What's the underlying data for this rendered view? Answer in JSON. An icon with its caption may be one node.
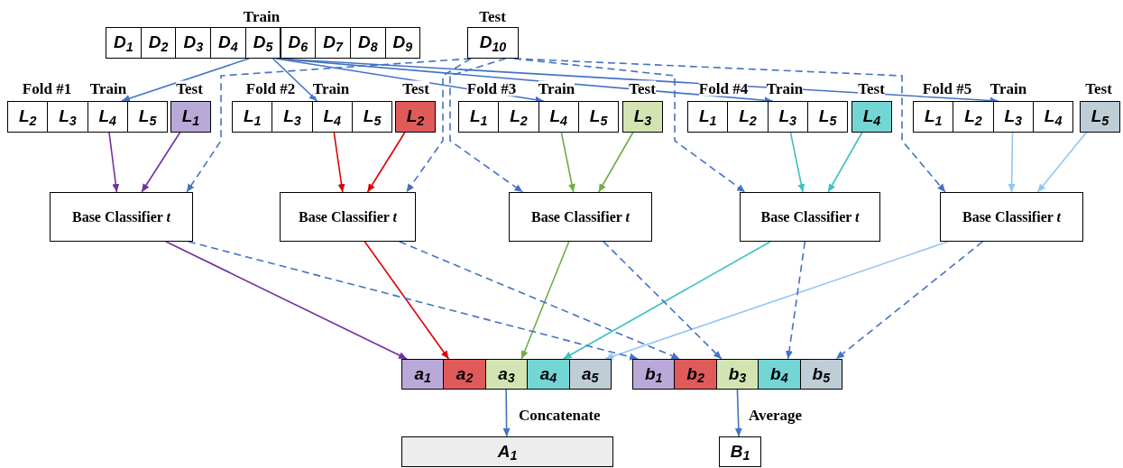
{
  "diagram": {
    "nodes": [
      {
        "text": [
          "D$_{1}$"
        ]
      },
      {
        "text": [
          "D$_{2}$"
        ]
      },
      {
        "text": [
          "D$_{3}$"
        ]
      },
      {
        "text": [
          "D$_{4}$"
        ]
      },
      {
        "text": [
          "D$_{5}$"
        ]
      },
      {
        "text": [
          "D$_{6}$"
        ]
      },
      {
        "text": [
          "D$_{7}$"
        ]
      },
      {
        "text": [
          "D$_{8}$"
        ]
      },
      {
        "text": [
          "D$_{9}$"
        ]
      },
      {
        "text": [
          "D$_{10}$"
        ],
        "beside": [
          "Test"
        ]
      },
      {
        "text": [
          "L$_{2}$"
        ]
      },
      {
        "text": [
          "L$_{3}$"
        ]
      },
      {
        "text": [
          "L$_{4}$"
        ]
      },
      {
        "text": [
          "L$_{5}$"
        ]
      },
      {
        "text": [
          "L$_{1}$"
        ]
      },
      {
        "text": [
          "L$_{1}$"
        ]
      },
      {
        "text": [
          "L$_{3}$"
        ]
      },
      {
        "text": [
          "L$_{4}$"
        ]
      },
      {
        "text": [
          "L$_{5}$"
        ]
      },
      {
        "text": [
          "L$_{2}$"
        ]
      },
      {
        "text": [
          "L$_{1}$"
        ]
      },
      {
        "text": [
          "L$_{2}$"
        ]
      },
      {
        "text": [
          "L$_{4}$"
        ]
      },
      {
        "text": [
          "L$_{5}$"
        ]
      },
      {
        "text": [
          "L$_{3}$"
        ]
      },
      {
        "text": [
          "L$_{1}$"
        ]
      },
      {
        "text": [
          "L$_{2}$"
        ]
      },
      {
        "text": [
          "L$_{3}$"
        ]
      },
      {
        "text": [
          "L$_{5}$"
        ]
      },
      {
        "text": [
          "L$_{4}$"
        ]
      },
      {
        "text": [
          "L$_{1}$"
        ]
      },
      {
        "text": [
          "L$_{2}$"
        ]
      },
      {
        "text": [
          "L$_{3}$"
        ]
      },
      {
        "text": [
          "L$_{4}$"
        ]
      },
      {
        "text": [
          "L$_{5}$"
        ]
      },
      {
        "text": [
          "Base Classifier *t*"
        ]
      },
      {
        "text": [
          "Base Classifier *t*"
        ]
      },
      {
        "text": [
          "Base Classifier *t*"
        ]
      },
      {
        "text": [
          "Base Classifier *t*"
        ]
      },
      {
        "text": [
          "Base Classifier *t*"
        ]
      },
      {
        "text": [
          "a$_{1}$"
        ]
      },
      {
        "text": [
          "a$_{2}$"
        ]
      },
      {
        "text": [
          "a$_{3}$"
        ]
      },
      {
        "text": [
          "a$_{4}$"
        ]
      },
      {
        "text": [
          "a$_{5}$"
        ]
      },
      {
        "text": [
          "b$_{1}$"
        ]
      },
      {
        "text": [
          "b$_{2}$"
        ]
      },
      {
        "text": [
          "b$_{3}$"
        ]
      },
      {
        "text": [
          "b$_{4}$"
        ]
      },
      {
        "text": [
          "b$_{5}$"
        ]
      },
      {
        "text": [
          "A$_{1}$"
        ]
      },
      {
        "text": [
          "B$_{1}$"
        ]
      }
    ],
    "edges": [
      {
        "from": 4,
        "to": 12,
        "arrow": "to"
      },
      {
        "from": 4,
        "to": 17,
        "arrow": "to"
      },
      {
        "from": 4,
        "to": 22,
        "arrow": "to"
      },
      {
        "from": 4,
        "to": 27,
        "arrow": "to"
      },
      {
        "from": 4,
        "to": 32,
        "arrow": "to"
      },
      {
        "from": 9,
        "to": 35,
        "arrow": "to",
        "style": "dashed"
      },
      {
        "from": 9,
        "to": 36,
        "arrow": "to",
        "style": "dashed"
      },
      {
        "from": 9,
        "to": 37,
        "arrow": "to",
        "style": "dashed"
      },
      {
        "from": 9,
        "to": 38,
        "arrow": "to",
        "style": "dashed"
      },
      {
        "from": 9,
        "to": 39,
        "arrow": "to",
        "style": "dashed"
      },
      {
        "from": 12,
        "to": 35,
        "arrow": "to",
        "color": "#7030a0"
      },
      {
        "from": 14,
        "to": 35,
        "arrow": "to",
        "color": "#7030a0"
      },
      {
        "from": 17,
        "to": 36,
        "arrow": "to",
        "color": "#e00000"
      },
      {
        "from": 19,
        "to": 36,
        "arrow": "to",
        "color": "#e00000"
      },
      {
        "from": 22,
        "to": 37,
        "arrow": "to",
        "color": "#70ad47"
      },
      {
        "from": 24,
        "to": 37,
        "arrow": "to",
        "color": "#70ad47"
      },
      {
        "from": 27,
        "to": 38,
        "arrow": "to",
        "color": "#3fc1c1"
      },
      {
        "from": 29,
        "to": 38,
        "arrow": "to",
        "color": "#3fc1c1"
      },
      {
        "from": 32,
        "to": 39,
        "arrow": "to",
        "color": "#92c5f5"
      },
      {
        "from": 34,
        "to": 39,
        "arrow": "to",
        "color": "#92c5f5"
      },
      {
        "from": 35,
        "to": 40,
        "arrow": "to",
        "color": "#7030a0"
      },
      {
        "from": 36,
        "to": 41,
        "arrow": "to",
        "color": "#e00000"
      },
      {
        "from": 37,
        "to": 42,
        "arrow": "to",
        "color": "#70ad47"
      },
      {
        "from": 38,
        "to": 43,
        "arrow": "to",
        "color": "#3fc1c1"
      },
      {
        "from": 39,
        "to": 44,
        "arrow": "to",
        "color": "#92c5f5"
      },
      {
        "from": 35,
        "to": 45,
        "arrow": "to",
        "style": "dashed"
      },
      {
        "from": 36,
        "to": 46,
        "arrow": "to",
        "style": "dashed"
      },
      {
        "from": 37,
        "to": 47,
        "arrow": "to",
        "style": "dashed"
      },
      {
        "from": 38,
        "to": 48,
        "arrow": "to",
        "style": "dashed"
      },
      {
        "from": 39,
        "to": 49,
        "arrow": "to",
        "style": "dashed"
      },
      {
        "from": 42,
        "to": 50,
        "arrow": "to"
      },
      {
        "from": 47,
        "to": 51,
        "arrow": "to"
      }
    ],
    "labels": [
      "Train",
      "Fold #1",
      "Train",
      "Test",
      "Fold #2",
      "Train",
      "Test",
      "Fold #3",
      "Train",
      "Test",
      "Fold #4",
      "Train",
      "Test",
      "Fold #5",
      "Train",
      "Test",
      "Concatenate",
      "Average"
    ]
  }
}
